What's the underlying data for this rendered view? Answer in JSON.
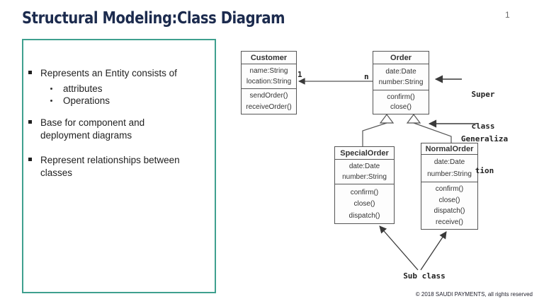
{
  "slide": {
    "title": "Structural Modeling:Class Diagram",
    "page_number": "1",
    "footer": "© 2018 SAUDI PAYMENTS, all rights reserved"
  },
  "colors": {
    "title_navy": "#1c2b4e",
    "panel_border_teal": "#3fa08f",
    "diagram_line": "#555555"
  },
  "icons": {
    "bullet_marker": "black-square",
    "sub_bullet_marker": "small-dot",
    "arrowhead": "filled-triangle",
    "generalization_symbol": "hollow-triangle"
  },
  "bullets": {
    "item1": {
      "text": "Represents an Entity consists of",
      "subs": [
        "attributes",
        "Operations"
      ]
    },
    "item2": {
      "lines": [
        "Base for component and",
        "deployment diagrams"
      ]
    },
    "item3": {
      "lines": [
        "Represent relationships between",
        "classes"
      ]
    }
  },
  "diagram": {
    "classes": {
      "customer": {
        "name": "Customer",
        "attributes": [
          "name:String",
          "location:String"
        ],
        "operations": [
          "sendOrder()",
          "receiveOrder()"
        ]
      },
      "order": {
        "name": "Order",
        "attributes": [
          "date:Date",
          "number:String"
        ],
        "operations": [
          "confirm()",
          "close()"
        ]
      },
      "special_order": {
        "name": "SpecialOrder",
        "attributes": [
          "date:Date",
          "number:String"
        ],
        "operations": [
          "confirm()",
          "close()",
          "dispatch()"
        ]
      },
      "normal_order": {
        "name": "NormalOrder",
        "attributes": [
          "date:Date",
          "number:String"
        ],
        "operations": [
          "confirm()",
          "close()",
          "dispatch()",
          "receive()"
        ]
      }
    },
    "multiplicity": {
      "one": "1",
      "n": "n"
    },
    "labels": {
      "super_line1": "Super",
      "super_line2": "class",
      "gen_line1": "Generaliza",
      "gen_line2": "tion",
      "sub_class": "Sub class"
    }
  }
}
